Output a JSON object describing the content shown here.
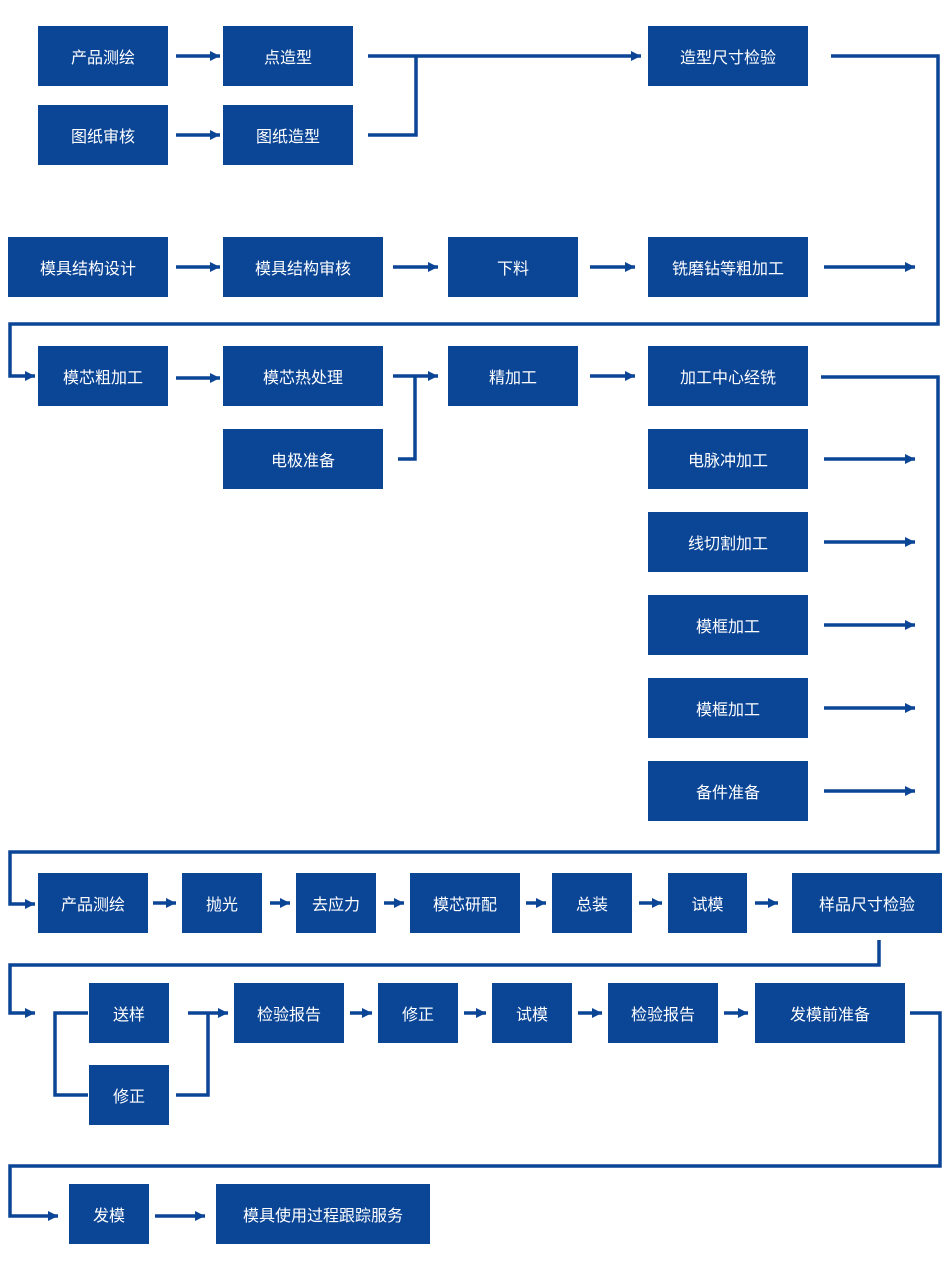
{
  "colors": {
    "box": "#0b4596",
    "text": "#ffffff",
    "line": "#0b4596"
  },
  "steps": {
    "product_survey_1": "产品测绘",
    "drawing_review": "图纸审核",
    "point_modeling": "点造型",
    "drawing_modeling": "图纸造型",
    "modeling_dim_check": "造型尺寸检验",
    "mold_structure_design": "模具结构设计",
    "mold_structure_review": "模具结构审核",
    "blanking": "下料",
    "rough_machining": "铣磨钻等粗加工",
    "core_rough_machining": "模芯粗加工",
    "core_heat_treatment": "模芯热处理",
    "electrode_prep": "电极准备",
    "finish_machining": "精加工",
    "cnc_milling": "加工中心经铣",
    "edm": "电脉冲加工",
    "wire_cut": "线切割加工",
    "mold_frame_1": "模框加工",
    "mold_frame_2": "模框加工",
    "spare_parts_prep": "备件准备",
    "product_survey_2": "产品测绘",
    "polishing": "抛光",
    "stress_relief": "去应力",
    "core_fitting": "模芯研配",
    "assembly": "总装",
    "trial_1": "试模",
    "sample_dim_check": "样品尺寸检验",
    "send_sample": "送样",
    "correction_1": "修正",
    "inspection_report_1": "检验报告",
    "correction_2": "修正",
    "trial_2": "试模",
    "inspection_report_2": "检验报告",
    "pre_shipment_prep": "发模前准备",
    "ship_mold": "发模",
    "after_service": "模具使用过程跟踪服务"
  }
}
